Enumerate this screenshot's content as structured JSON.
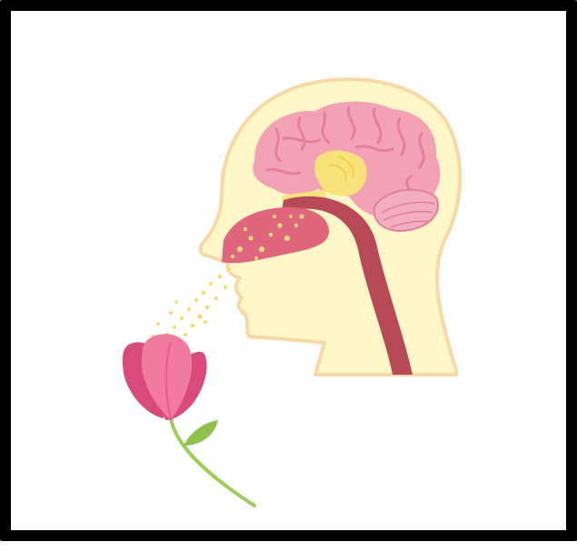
{
  "image": {
    "subject": "olfaction-illustration",
    "icons": [
      "head-profile",
      "brain",
      "olfactory-bulb",
      "nasal-cavity",
      "throat",
      "scent-particles",
      "tulip-flower"
    ],
    "colors": {
      "frame": "#000000",
      "background": "#ffffff",
      "skin": "#fdf7c8",
      "skin_outline": "#f6d9a6",
      "brain": "#f3a2b5",
      "brain_fold": "#e57f99",
      "cerebellum": "#f0aec0",
      "olfactory": "#f7e37a",
      "nasal_cavity": "#e0667d",
      "throat": "#b84a58",
      "petal_light": "#f27aa0",
      "petal_dark": "#d94a7c",
      "stem": "#9ccc5a",
      "leaf": "#8ec04b",
      "particles": "#f4dd78"
    }
  }
}
